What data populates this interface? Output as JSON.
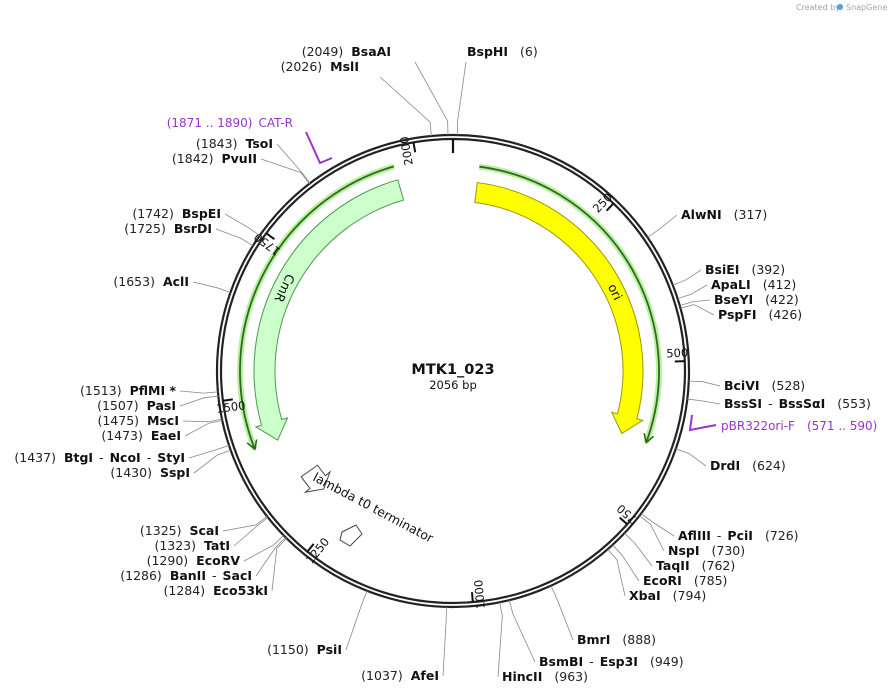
{
  "map": {
    "name": "MTK1_023",
    "length_text": "2056 bp",
    "total_bp": 2056,
    "credit": "Created by",
    "brand": "SnapGene"
  },
  "ticks": [
    {
      "bp": 250,
      "label": "250"
    },
    {
      "bp": 500,
      "label": "500"
    },
    {
      "bp": 750,
      "label": "750"
    },
    {
      "bp": 1000,
      "label": "1000"
    },
    {
      "bp": 1250,
      "label": "1250"
    },
    {
      "bp": 1500,
      "label": "1500"
    },
    {
      "bp": 1750,
      "label": "1750"
    },
    {
      "bp": 2000,
      "label": "2000"
    }
  ],
  "features": [
    {
      "name": "ori",
      "start": 42,
      "end": 630,
      "direction": "cw",
      "color": "#ffff00",
      "stroke": "#9a9a00"
    },
    {
      "name": "CmR",
      "start": 1964,
      "end": 1419,
      "direction": "ccw",
      "color": "#ccffcc",
      "stroke": "#4d994d"
    },
    {
      "name": "lambda t0 terminator",
      "start": 1343,
      "end": 1300,
      "direction": "ccw",
      "color": "#ffffff",
      "stroke": "#444444"
    }
  ],
  "primers": [
    {
      "label": "CAT-R",
      "range": "(1871 .. 1890)",
      "color": "#9933cc"
    },
    {
      "label": "pBR322ori-F",
      "range": "(571 .. 590)",
      "color": "#9933cc"
    }
  ],
  "sites": [
    {
      "enzymes": [
        "BsaAI"
      ],
      "pos": "(2049)",
      "bp": 2049
    },
    {
      "enzymes": [
        "MslI"
      ],
      "pos": "(2026)",
      "bp": 2026
    },
    {
      "enzymes": [
        "BspHI"
      ],
      "pos": "(6)",
      "bp": 6
    },
    {
      "enzymes": [
        "AlwNI"
      ],
      "pos": "(317)",
      "bp": 317
    },
    {
      "enzymes": [
        "BsiEI"
      ],
      "pos": "(392)",
      "bp": 392
    },
    {
      "enzymes": [
        "ApaLI"
      ],
      "pos": "(412)",
      "bp": 412
    },
    {
      "enzymes": [
        "BseYI"
      ],
      "pos": "(422)",
      "bp": 422
    },
    {
      "enzymes": [
        "PspFI"
      ],
      "pos": "(426)",
      "bp": 426
    },
    {
      "enzymes": [
        "BciVI"
      ],
      "pos": "(528)",
      "bp": 528
    },
    {
      "enzymes": [
        "BssSI",
        "BssSαI"
      ],
      "pos": "(553)",
      "bp": 553
    },
    {
      "enzymes": [
        "DrdI"
      ],
      "pos": "(624)",
      "bp": 624
    },
    {
      "enzymes": [
        "AflIII",
        "PciI"
      ],
      "pos": "(726)",
      "bp": 726
    },
    {
      "enzymes": [
        "NspI"
      ],
      "pos": "(730)",
      "bp": 730
    },
    {
      "enzymes": [
        "TaqII"
      ],
      "pos": "(762)",
      "bp": 762
    },
    {
      "enzymes": [
        "EcoRI"
      ],
      "pos": "(785)",
      "bp": 785
    },
    {
      "enzymes": [
        "XbaI"
      ],
      "pos": "(794)",
      "bp": 794
    },
    {
      "enzymes": [
        "BmrI"
      ],
      "pos": "(888)",
      "bp": 888
    },
    {
      "enzymes": [
        "BsmBI",
        "Esp3I"
      ],
      "pos": "(949)",
      "bp": 949
    },
    {
      "enzymes": [
        "HincII"
      ],
      "pos": "(963)",
      "bp": 963
    },
    {
      "enzymes": [
        "AfeI"
      ],
      "pos": "(1037)",
      "bp": 1037
    },
    {
      "enzymes": [
        "PsiI"
      ],
      "pos": "(1150)",
      "bp": 1150
    },
    {
      "enzymes": [
        "Eco53kI"
      ],
      "pos": "(1284)",
      "bp": 1284
    },
    {
      "enzymes": [
        "BanII",
        "SacI"
      ],
      "pos": "(1286)",
      "bp": 1286
    },
    {
      "enzymes": [
        "EcoRV"
      ],
      "pos": "(1290)",
      "bp": 1290
    },
    {
      "enzymes": [
        "TatI"
      ],
      "pos": "(1323)",
      "bp": 1323
    },
    {
      "enzymes": [
        "ScaI"
      ],
      "pos": "(1325)",
      "bp": 1325
    },
    {
      "enzymes": [
        "SspI"
      ],
      "pos": "(1430)",
      "bp": 1430
    },
    {
      "enzymes": [
        "BtgI",
        "NcoI",
        "StyI"
      ],
      "pos": "(1437)",
      "bp": 1437
    },
    {
      "enzymes": [
        "EaeI"
      ],
      "pos": "(1473)",
      "bp": 1473
    },
    {
      "enzymes": [
        "MscI"
      ],
      "pos": "(1475)",
      "bp": 1475
    },
    {
      "enzymes": [
        "PasI"
      ],
      "pos": "(1507)",
      "bp": 1507
    },
    {
      "enzymes": [
        "PflMI *"
      ],
      "pos": "(1513)",
      "bp": 1513
    },
    {
      "enzymes": [
        "AclI"
      ],
      "pos": "(1653)",
      "bp": 1653
    },
    {
      "enzymes": [
        "BsrDI"
      ],
      "pos": "(1725)",
      "bp": 1725
    },
    {
      "enzymes": [
        "BspEI"
      ],
      "pos": "(1742)",
      "bp": 1742
    },
    {
      "enzymes": [
        "PvuII"
      ],
      "pos": "(1842)",
      "bp": 1842
    },
    {
      "enzymes": [
        "TsoI"
      ],
      "pos": "(1843)",
      "bp": 1843
    }
  ]
}
